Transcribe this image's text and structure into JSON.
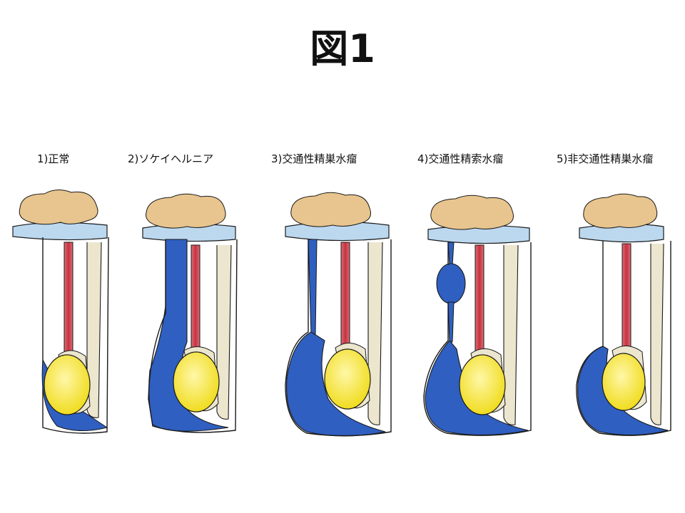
{
  "title": "図1",
  "panels": [
    {
      "label": "1)正常"
    },
    {
      "label": "2)ソケイヘルニア"
    },
    {
      "label": "3)交通性精巣水瘤"
    },
    {
      "label": "4)交通性精索水瘤"
    },
    {
      "label": "5)非交通性精巣水瘤"
    }
  ],
  "colors": {
    "fluid": "#2f5fc0",
    "fat": "#e8c58e",
    "fascia": "#bcd8ef",
    "vessel": "#c9404a",
    "testis": "#f3e233",
    "epididymis": "#ece6cf",
    "outline": "#1a1a1a"
  }
}
